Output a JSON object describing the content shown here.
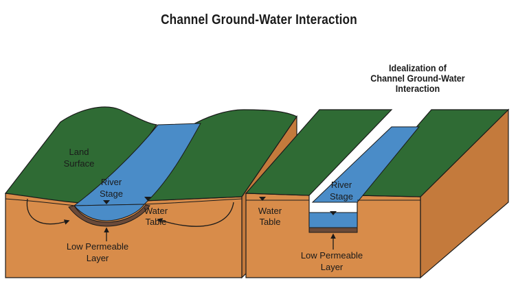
{
  "title": "Channel Ground-Water Interaction",
  "subtitle_lines": [
    "Idealization of",
    "Channel Ground-Water",
    "Interaction"
  ],
  "left_block": {
    "land_surface": [
      "Land",
      "Surface"
    ],
    "river_stage": [
      "River",
      "Stage"
    ],
    "water_table": [
      "Water",
      "Table"
    ],
    "low_permeable_layer": [
      "Low Permeable",
      "Layer"
    ]
  },
  "right_block": {
    "river_stage": [
      "River",
      "Stage"
    ],
    "water_table": [
      "Water",
      "Table"
    ],
    "low_permeable_layer": [
      "Low Permeable",
      "Layer"
    ]
  },
  "colors": {
    "land_green": "#2f6b34",
    "soil_front": "#d88c4a",
    "soil_side": "#c47a3c",
    "river_blue": "#4a8cc8",
    "low_permeable_layer": "#6b4a38",
    "outline": "#1a1a1a"
  }
}
